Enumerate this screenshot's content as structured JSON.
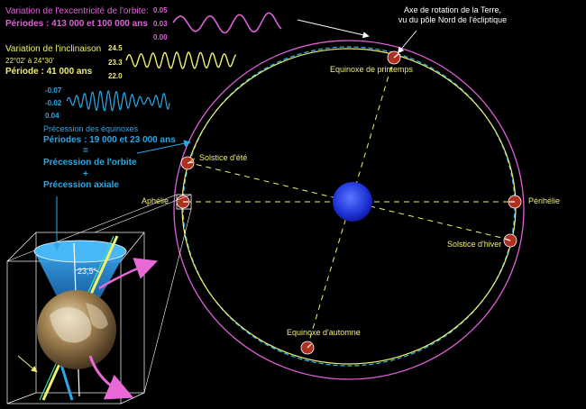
{
  "colors": {
    "pink": "#e060d8",
    "yellow": "#f0f070",
    "blue": "#29a8e8",
    "white": "#ffffff",
    "sun": "#2040e0",
    "earth_marker": "#b03020"
  },
  "eccentricity": {
    "title": "Variation de l'excentricité de l'orbite:",
    "periods": "Périodes : 413 000 et 100 000 ans",
    "axis": [
      "0.05",
      "0.03",
      "0.00"
    ]
  },
  "inclination": {
    "title": "Variation de l'inclinaison",
    "range": "22°02' à 24°30'",
    "period": "Période : 41 000 ans",
    "axis": [
      "24.5",
      "23.3",
      "22.0"
    ]
  },
  "precession": {
    "axis": [
      "-0.07",
      "-0.02",
      "0.04"
    ],
    "title": "Précession des équinoxes",
    "periods": "Périodes : 19 000 et 23 000 ans",
    "equals": "=",
    "orbit": "Précession de l'orbite",
    "plus": "+",
    "axial": "Précession axiale"
  },
  "axis_note": {
    "line1": "Axe de rotation de la Terre,",
    "line2": "vu du pôle Nord de l'écliptique"
  },
  "orbit_labels": {
    "spring": "Equinoxe de printemps",
    "summer": "Solstice d'été",
    "aphelion": "Aphélie",
    "perihelion": "Périhélie",
    "winter": "Solstice d'hiver",
    "autumn": "Equinoxe d'automne"
  },
  "tilt_angle": "23,5°"
}
